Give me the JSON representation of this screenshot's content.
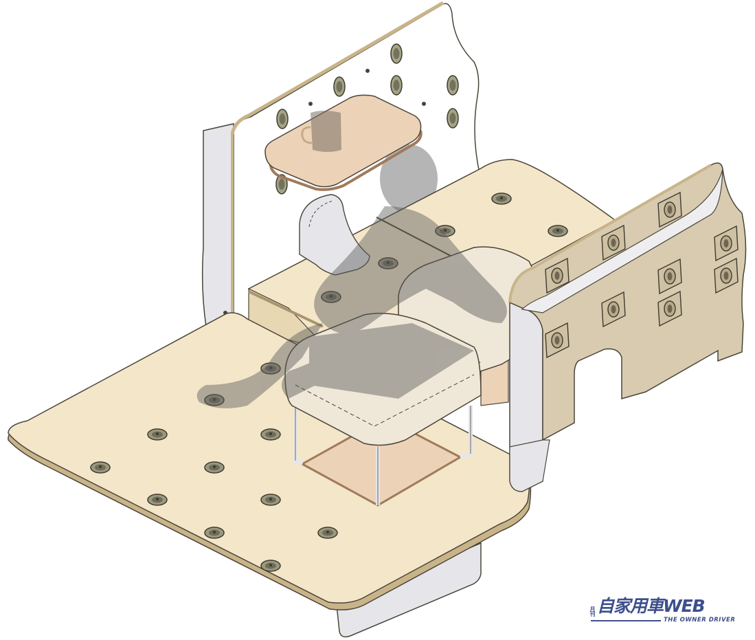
{
  "illustration": {
    "type": "isometric-technical-render",
    "subject": "vehicle interior bench/deck kit with seated figure silhouette",
    "parts": [
      {
        "id": "front-floor-deck",
        "label": "Floor deck with tie-down sockets"
      },
      {
        "id": "rear-back-panel",
        "label": "Rear wall panel with keyhole sockets"
      },
      {
        "id": "fold-down-table",
        "label": "Wall-mounted table with mug"
      },
      {
        "id": "raised-bench",
        "label": "Raised bench deck"
      },
      {
        "id": "headrest",
        "label": "Headrest / backrest cushion"
      },
      {
        "id": "stool-front",
        "label": "Cushion stool (front)"
      },
      {
        "id": "stool-rear",
        "label": "Cushion stool (rear)"
      },
      {
        "id": "side-wall-panel",
        "label": "Right side panel with rectangular sockets"
      },
      {
        "id": "figure-silhouette",
        "label": "Seated human silhouette (transparent)"
      }
    ],
    "colors": {
      "wood_light": "#f4e6c8",
      "wood_edge": "#c9b48a",
      "table_top": "#ecd3b8",
      "side_panel": "#d8cbb0",
      "white_panel": "#e6e6ea",
      "cushion": "#efe8d8",
      "socket": "#8c8a72",
      "silhouette": "#6b6b6b",
      "outline": "#4a4438",
      "logo_blue": "#3d4f8c"
    }
  },
  "watermark": {
    "small_text": "月刊",
    "main_text": "自家用車WEB",
    "sub_text": "THE OWNER DRIVER"
  }
}
